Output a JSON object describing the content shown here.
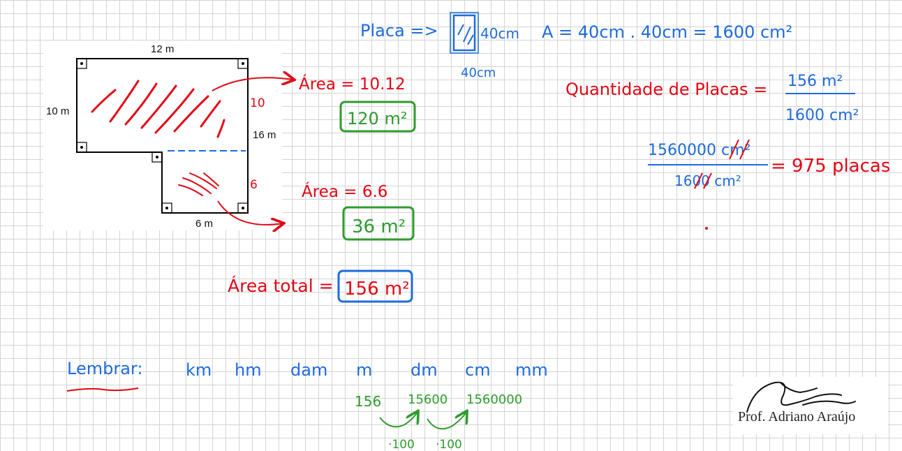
{
  "figure": {
    "label_top": "12 m",
    "label_left": "10 m",
    "label_right": "16 m",
    "label_bottom": "6 m",
    "mark_10": "10",
    "mark_6": "6"
  },
  "areas": {
    "area1_formula": "Área = 10.12",
    "area1_result": "120 m²",
    "area2_formula": "Área = 6.6",
    "area2_result": "36 m²",
    "total_label": "Área total =",
    "total_result": "156 m²"
  },
  "placa": {
    "label": "Placa =>",
    "side_right": "40cm",
    "side_bottom": "40cm",
    "area_formula": "A = 40cm . 40cm = 1600 cm²"
  },
  "quantidade": {
    "label": "Quantidade de Placas =",
    "numerator": "156 m²",
    "denominator": "1600 cm²",
    "conv_numerator": "1560000 cm²",
    "conv_denominator": "1600 cm²",
    "result": "= 975 placas"
  },
  "lembrar": {
    "label": "Lembrar:",
    "units": [
      "km",
      "hm",
      "dam",
      "m",
      "dm",
      "cm",
      "mm"
    ],
    "values": [
      "156",
      "15600",
      "1560000"
    ],
    "factors": [
      "·100",
      "·100"
    ]
  },
  "signature": {
    "name": "Prof. Adriano Araújo"
  }
}
